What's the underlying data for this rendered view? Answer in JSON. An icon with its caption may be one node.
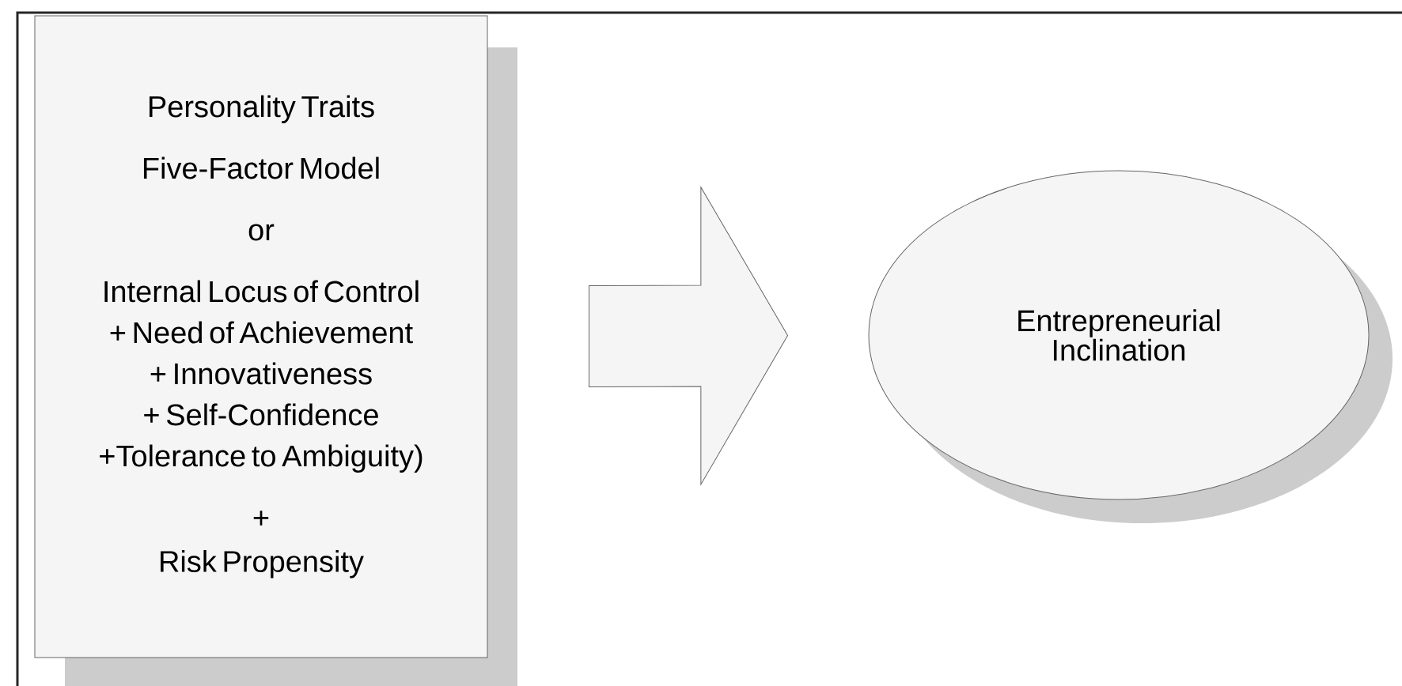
{
  "diagram": {
    "nodes": [
      {
        "text": [
          "Personality Traits",
          "Five-Factor Model",
          "or",
          "Internal Locus of Control + Need of Achievement + Innovativeness + Self-Confidence +Tolerance to Ambiguity)",
          "+",
          "Risk Propensity"
        ]
      },
      {
        "text": [
          "Entrepreneurial Inclination"
        ]
      }
    ],
    "edges": [
      {
        "from": 0,
        "to": 1,
        "arrow": "to",
        "style": "thick"
      }
    ]
  }
}
